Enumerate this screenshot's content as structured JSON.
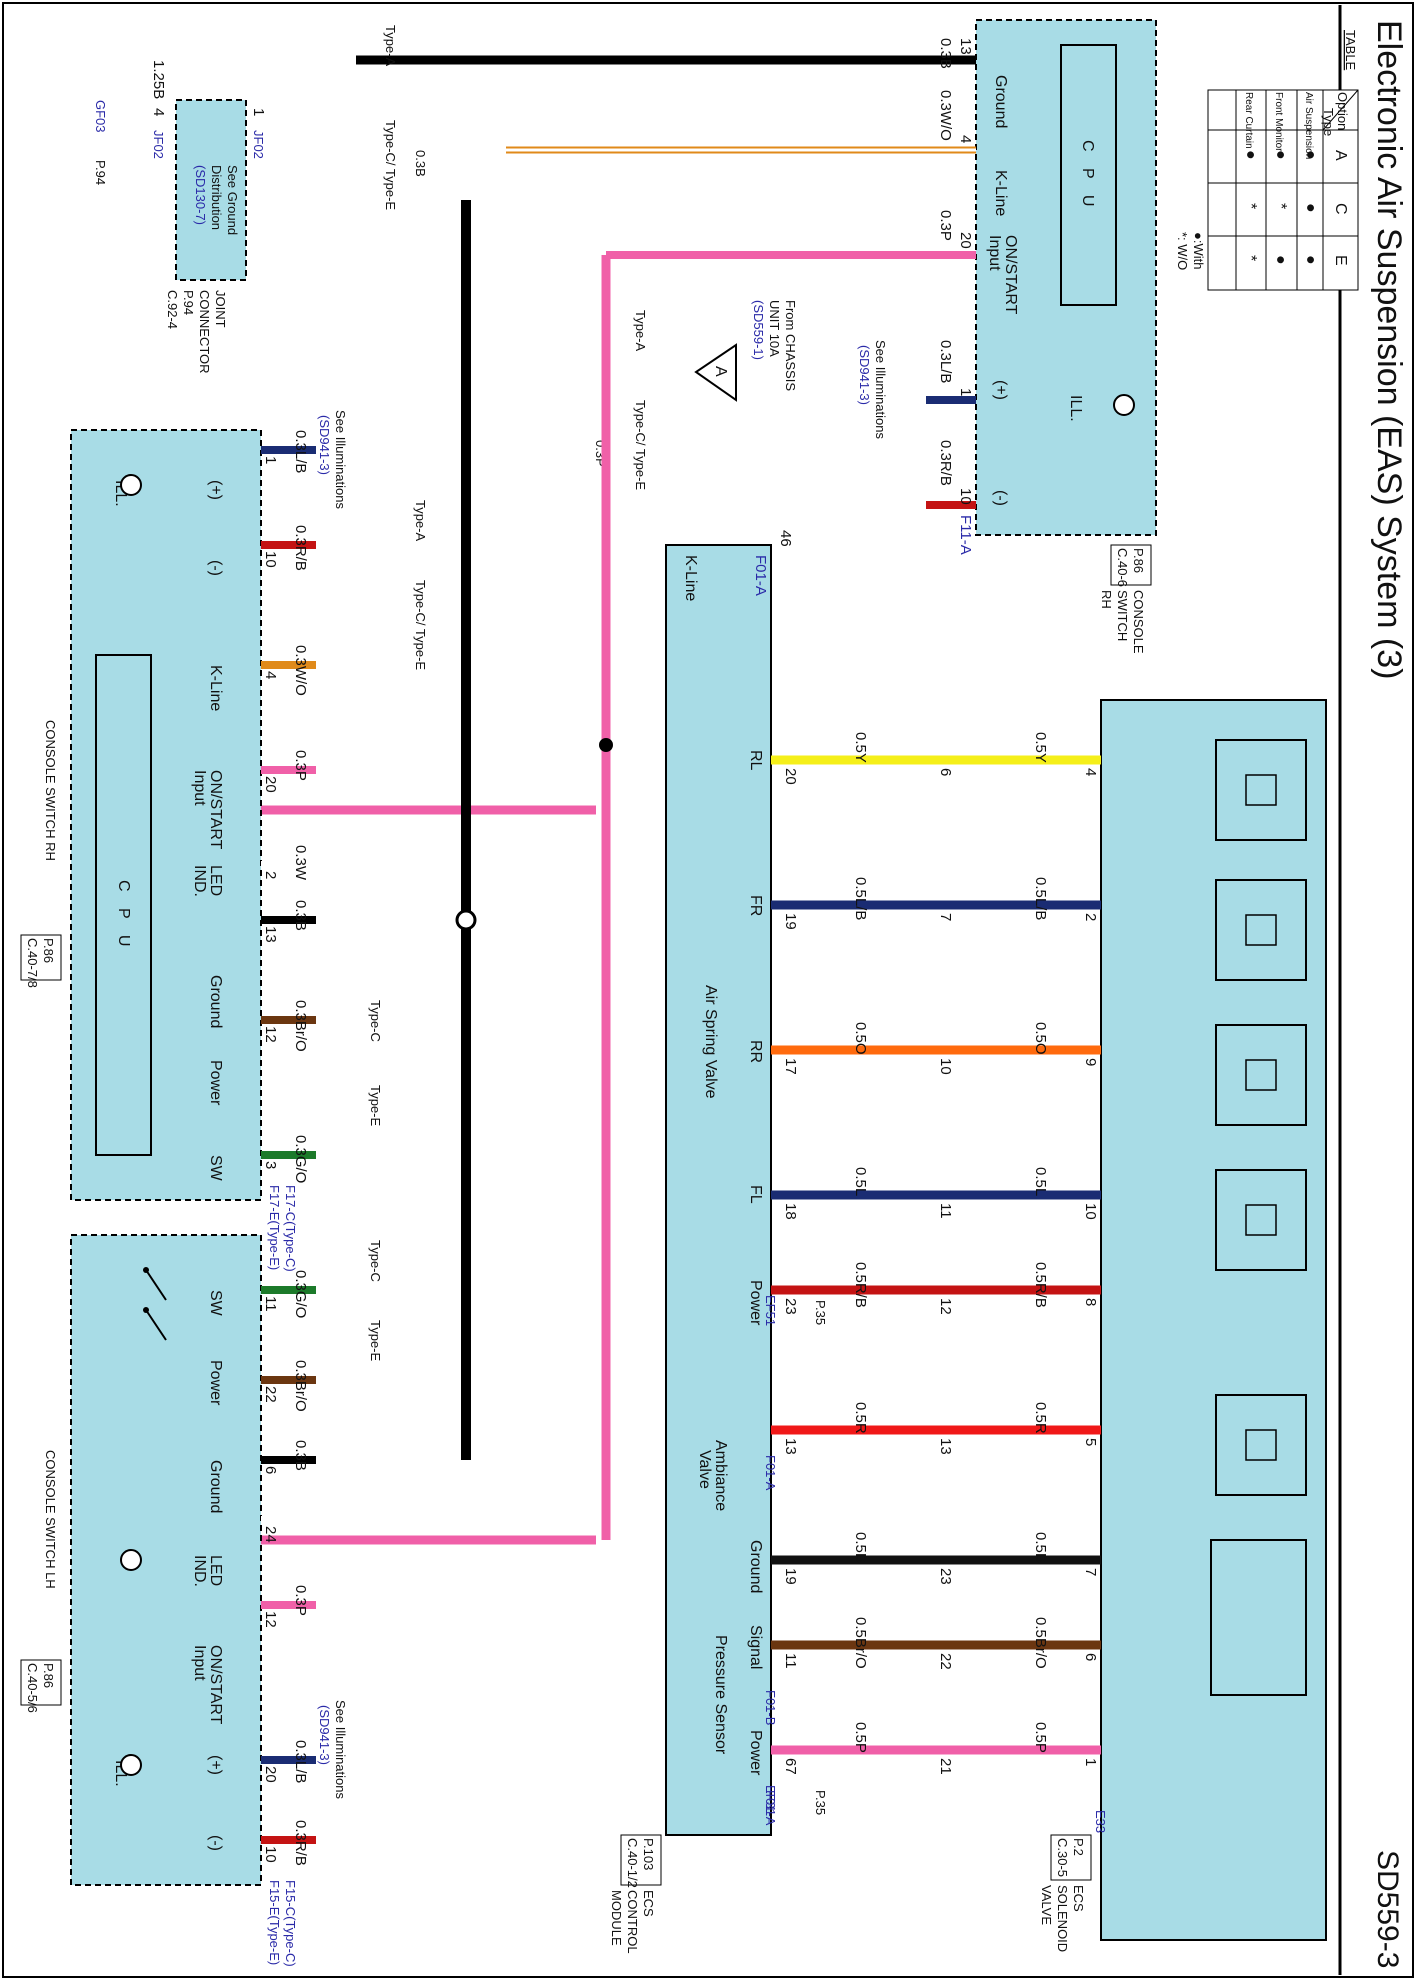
{
  "header": {
    "title": "Electronic Air Suspension (EAS) System (3)",
    "code": "SD559-3"
  },
  "table": {
    "caption": "TABLE",
    "corner_option": "Option",
    "corner_type": "Type",
    "types": [
      "A",
      "C",
      "E"
    ],
    "rows": [
      {
        "label": "Air Suspension",
        "cells": [
          "●",
          "●",
          "●"
        ]
      },
      {
        "label": "Front Monitor",
        "cells": [
          "●",
          "*",
          "●"
        ]
      },
      {
        "label": "Rear Curtain",
        "cells": [
          "●",
          "*",
          "*"
        ]
      }
    ],
    "legend_with": "●:With",
    "legend_without": "*: W/O"
  },
  "components": {
    "console_switch_rh_top": {
      "name_lines": [
        "CONSOLE",
        "SWITCH",
        "RH"
      ],
      "ref_lines": [
        "P.86",
        "C.40-6"
      ],
      "cpu": "C P U",
      "pins": [
        "Ground",
        "K-Line",
        "ON/START",
        "Input"
      ],
      "ill": "ILL.",
      "plus": "(+)",
      "minus": "(-)"
    },
    "joint_connector": {
      "name_lines": [
        "JOINT",
        "CONNECTOR"
      ],
      "ref_lines": [
        "P.94",
        "C.92-4"
      ],
      "note_lines": [
        "See Ground",
        "Distribution",
        "(SD130-7)"
      ],
      "pin1": "1",
      "pin4": "4",
      "jf02a": "JF02",
      "jf02b": "JF02",
      "wire": "1.25B",
      "ground": "GF03",
      "ground_ref": "P.94"
    },
    "ecs_solenoid_valve": {
      "name_lines": [
        "ECS",
        "SOLENOID",
        "VALVE"
      ],
      "ref_lines": [
        "P.2",
        "C.30-5"
      ]
    },
    "ecs_control_module": {
      "name_lines": [
        "ECS",
        "CONTROL",
        "MODULE"
      ],
      "ref_lines": [
        "P.103",
        "C.40-1/2"
      ],
      "kline": "K-Line",
      "air_spring": "Air Spring Valve",
      "valves": [
        "RL",
        "FR",
        "RR",
        "FL",
        "Power"
      ],
      "ambiance_lines": [
        "Ambiance",
        "Valve"
      ],
      "sensor_pins": [
        "Ground",
        "Signal",
        "Power"
      ],
      "pressure_sensor": "Pressure Sensor"
    },
    "console_switch_rh_bottom": {
      "name": "CONSOLE SWITCH RH",
      "ref_lines": [
        "P.86",
        "C.40-7/8"
      ],
      "cpu": "C P U",
      "pins": [
        "K-Line",
        "ON/START",
        "Input",
        "LED",
        "IND.",
        "Ground",
        "Power",
        "SW"
      ],
      "ill": "ILL.",
      "plus": "(+)",
      "minus": "(-)"
    },
    "console_switch_lh": {
      "name": "CONSOLE SWITCH LH",
      "ref_lines": [
        "P.86",
        "C.40-5/6"
      ],
      "pins": [
        "SW",
        "Power",
        "Ground",
        "LED",
        "IND.",
        "ON/START",
        "Input"
      ],
      "ill": "ILL.",
      "plus": "(+)",
      "minus": "(-)"
    },
    "chassis_fuse": {
      "letter": "A",
      "from_lines": [
        "From CHASSIS",
        "UNIT 10A"
      ],
      "ref": "(SD559-1)"
    }
  },
  "notes": {
    "illum": "See Illuminations",
    "illum_ref": "(SD941-3)"
  },
  "top_wires": [
    {
      "pin": "13",
      "wire": "0.3B",
      "label": "Ground"
    },
    {
      "pin": "4",
      "wire": "0.3W/O",
      "label": "K-Line"
    },
    {
      "pin": "20",
      "wire": "0.3P",
      "label": "ON/START"
    },
    {
      "pin": "1",
      "wire": "0.3L/B",
      "label": "(+)"
    },
    {
      "pin": "10",
      "wire": "0.3R/B",
      "label": "(-)"
    },
    {
      "conn": "F11-A"
    }
  ],
  "wires": {
    "valves": [
      {
        "sol_pin": "4",
        "mid_pin": "6",
        "ecu_pin": "20",
        "wire": "0.5Y",
        "color": "#f5ef1a"
      },
      {
        "sol_pin": "2",
        "mid_pin": "7",
        "ecu_pin": "19",
        "wire": "0.5L/B",
        "color": "#1a2c73"
      },
      {
        "sol_pin": "9",
        "mid_pin": "10",
        "ecu_pin": "17",
        "wire": "0.5O",
        "color": "#ff6a0e"
      },
      {
        "sol_pin": "10",
        "mid_pin": "11",
        "ecu_pin": "18",
        "wire": "0.5L",
        "color": "#1a2c73"
      },
      {
        "sol_pin": "8",
        "mid_pin": "12",
        "ecu_pin": "23",
        "wire": "0.5R/B",
        "color": "#c41313"
      },
      {
        "sol_pin": "5",
        "mid_pin": "13",
        "ecu_pin": "13",
        "wire": "0.5R",
        "color": "#f01818"
      },
      {
        "sol_pin": "7",
        "mid_pin": "23",
        "ecu_pin": "19",
        "wire": "0.5B",
        "color": "#111111"
      },
      {
        "sol_pin": "6",
        "mid_pin": "22",
        "ecu_pin": "11",
        "wire": "0.5Br/O",
        "color": "#6b3610"
      },
      {
        "sol_pin": "1",
        "mid_pin": "21",
        "ecu_pin": "67",
        "wire": "0.5P",
        "color": "#f060a8"
      }
    ],
    "ef51": "EF51",
    "ef51_ref": "P.35",
    "ef31": "EF31",
    "ef31_ref": "P.35",
    "e33": "E33",
    "f01a_amb": "F01-A",
    "f01b": "F01-B",
    "f01a_pow": "F01-A",
    "kline_pin": "46",
    "kline_conn": "F01-A"
  },
  "left_wiring": {
    "typeA_1": "Type-A",
    "typeCE_1": "Type-C/ Type-E",
    "w03B": "0.3B",
    "typeA_2": "Type-A",
    "typeCE_2": "Type-C/ Type-E",
    "w03P": "0.3P",
    "typeA_3": "Type-A",
    "typeCE_3": "Type-C/ Type-E",
    "rh": [
      {
        "pin": "1",
        "wire": "0.3L/B"
      },
      {
        "pin": "10",
        "wire": "0.3R/B"
      },
      {
        "pin": "4",
        "wire": "0.3W/O"
      },
      {
        "pin": "20",
        "wire": "0.3P"
      },
      {
        "pin": "2",
        "wire": "0.3W"
      },
      {
        "pin": "13",
        "wire": "0.3B"
      },
      {
        "pin": "12",
        "wire": "0.3Br/O"
      },
      {
        "pin": "3",
        "wire": "0.3G/O"
      }
    ],
    "typeC": "Type-C",
    "typeE": "Type-E",
    "rh_conn1": "F17-C(Type-C)",
    "rh_conn2": "F17-E(Type-E)",
    "lh": [
      {
        "pin": "11",
        "wire": "0.3G/O"
      },
      {
        "pin": "22",
        "wire": "0.3Br/O"
      },
      {
        "pin": "6",
        "wire": "0.3B"
      },
      {
        "pin": "24",
        "wire": ""
      },
      {
        "pin": "12",
        "wire": "0.3P"
      },
      {
        "pin": "20",
        "wire": "0.3L/B"
      },
      {
        "pin": "10",
        "wire": "0.3R/B"
      }
    ],
    "lh_conn1": "F15-C(Type-C)",
    "lh_conn2": "F15-E(Type-E)"
  }
}
